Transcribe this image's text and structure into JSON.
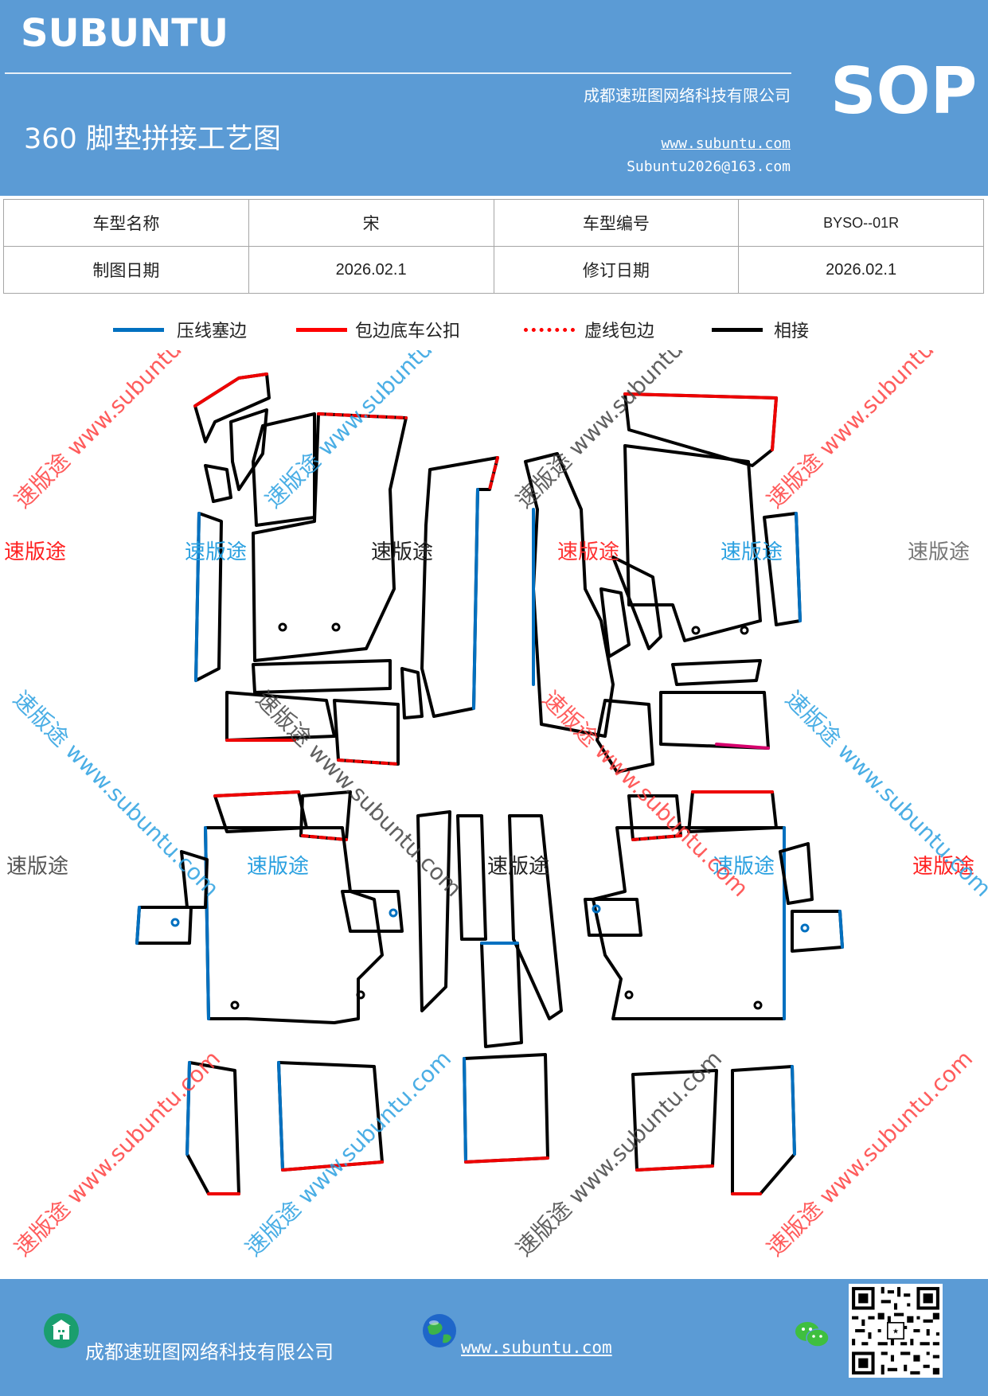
{
  "header": {
    "brand": "SUBUNTU",
    "company": "成都速班图网络科技有限公司",
    "title": "360 脚垫拼接工艺图",
    "website": "www.subuntu.com",
    "email": "Subuntu2026@163.com",
    "badge": "SOP",
    "background_color": "#5b9bd5"
  },
  "info_table": {
    "rows": [
      [
        "车型名称",
        "宋",
        "车型编号",
        "BYSO--01R"
      ],
      [
        "制图日期",
        "2026.02.1",
        "修订日期",
        "2026.02.1"
      ]
    ]
  },
  "legend": [
    {
      "label": "压线塞边",
      "style": "solid",
      "color": "#0070c0"
    },
    {
      "label": "包边底车公扣",
      "style": "solid",
      "color": "#ff0000"
    },
    {
      "label": "虚线包边",
      "style": "dashed",
      "color": "#ff0000"
    },
    {
      "label": "相接",
      "style": "solid",
      "color": "#000000"
    }
  ],
  "watermarks": {
    "brand_text": "速版途",
    "url_text": "www.subuntu.com",
    "combined_text": "速版途 www.subuntu.com"
  },
  "footer": {
    "company": "成都速班图网络科技有限公司",
    "website": "www.subuntu.com",
    "icons": [
      "building-icon",
      "globe-icon",
      "wechat-icon",
      "qr-code"
    ]
  }
}
